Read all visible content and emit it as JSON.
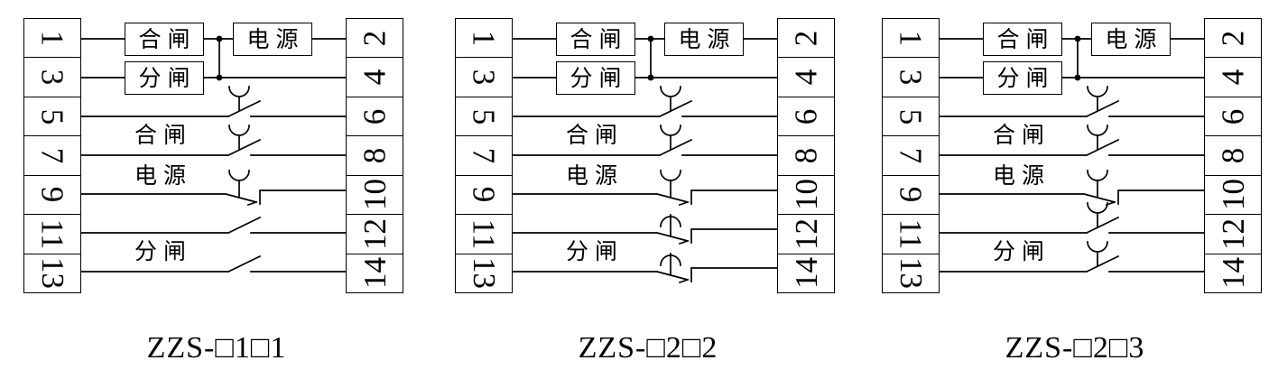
{
  "page": {
    "background": "#ffffff",
    "line_color": "#000000"
  },
  "diagrams": [
    {
      "model": "ZZS-□1□1",
      "left_terminals": [
        "1",
        "3",
        "5",
        "7",
        "9",
        "11",
        "13"
      ],
      "right_terminals": [
        "2",
        "4",
        "6",
        "8",
        "10",
        "12",
        "14"
      ],
      "boxes": {
        "close_coil": "合闸",
        "trip_coil": "分闸",
        "power": "电源"
      },
      "labels": {
        "close_contacts": "合闸",
        "power_contact": "电源",
        "trip_contacts": "分闸"
      },
      "contact_symbols": [
        "no-contact-with-cup",
        "no-contact-with-cup",
        "nc-contact-with-cup",
        "no-contact-plain",
        "no-contact-plain"
      ]
    },
    {
      "model": "ZZS-□2□2",
      "left_terminals": [
        "1",
        "3",
        "5",
        "7",
        "9",
        "11",
        "13"
      ],
      "right_terminals": [
        "2",
        "4",
        "6",
        "8",
        "10",
        "12",
        "14"
      ],
      "boxes": {
        "close_coil": "合闸",
        "trip_coil": "分闸",
        "power": "电源"
      },
      "labels": {
        "close_contacts": "合闸",
        "power_contact": "电源",
        "trip_contacts": "分闸"
      },
      "contact_symbols": [
        "no-contact-with-cup",
        "no-contact-with-cup",
        "nc-contact-with-cup",
        "nc-contact-with-delay-arc",
        "nc-contact-with-delay-arc"
      ]
    },
    {
      "model": "ZZS-□2□3",
      "left_terminals": [
        "1",
        "3",
        "5",
        "7",
        "9",
        "11",
        "13"
      ],
      "right_terminals": [
        "2",
        "4",
        "6",
        "8",
        "10",
        "12",
        "14"
      ],
      "boxes": {
        "close_coil": "合闸",
        "trip_coil": "分闸",
        "power": "电源"
      },
      "labels": {
        "close_contacts": "合闸",
        "power_contact": "电源",
        "trip_contacts": "分闸"
      },
      "contact_symbols": [
        "no-contact-with-cup",
        "no-contact-with-cup",
        "nc-contact-with-cup",
        "no-contact-with-cup",
        "no-contact-with-cup"
      ]
    }
  ]
}
